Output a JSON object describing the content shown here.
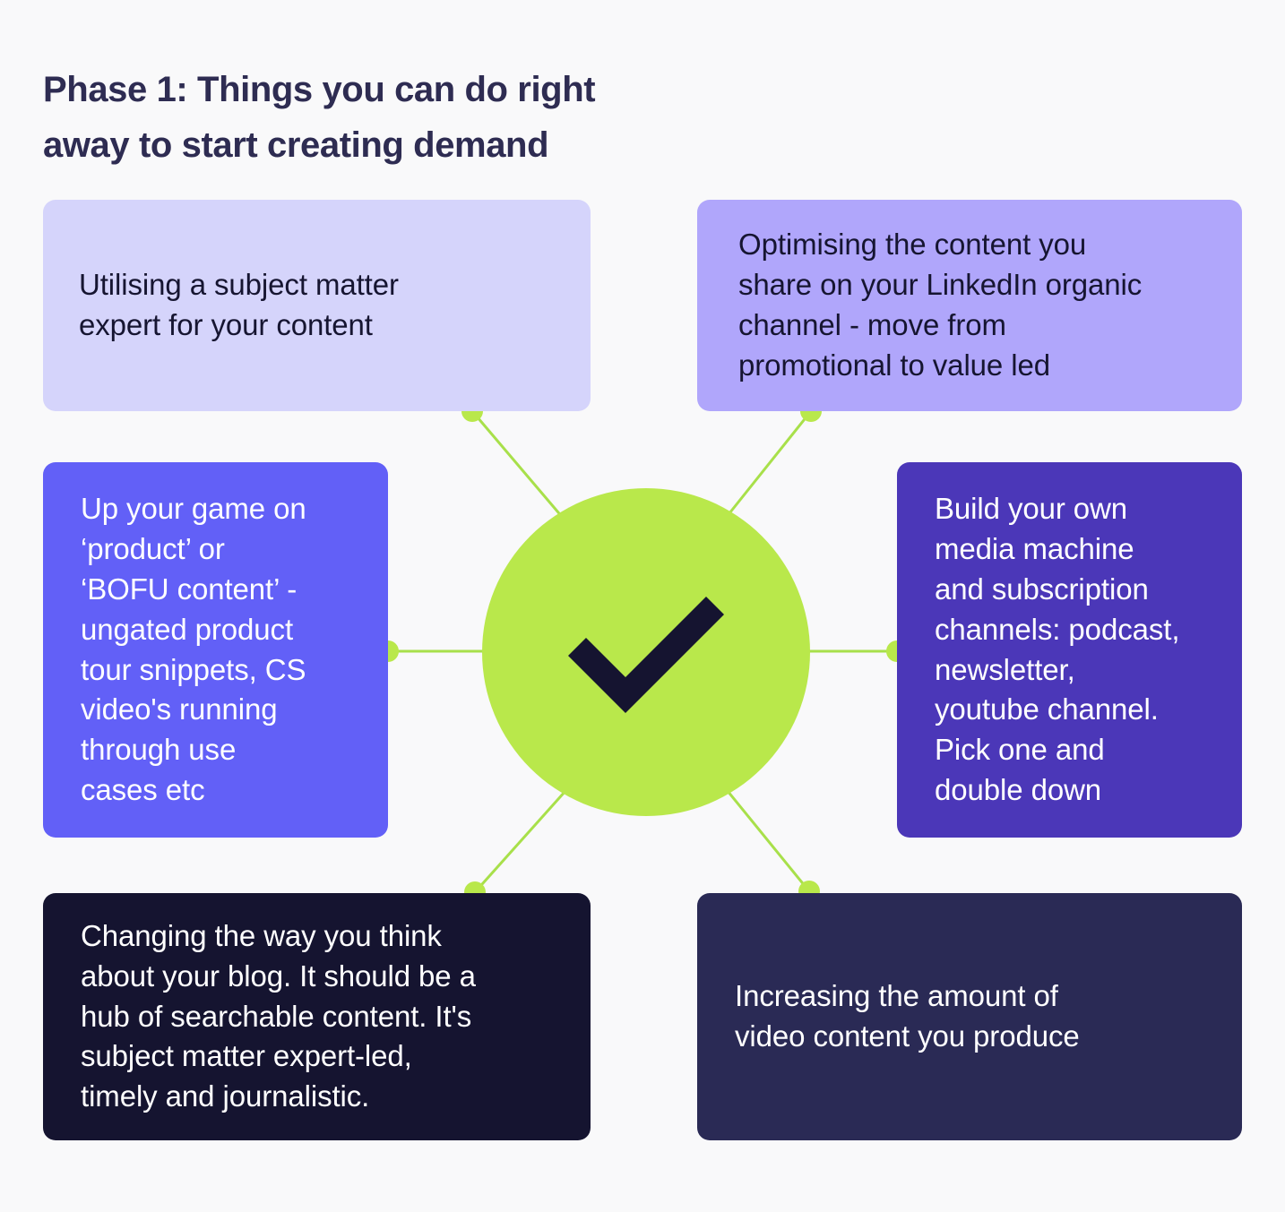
{
  "page": {
    "background_color": "#f9f9fa",
    "title": "Phase 1: Things you can do right\naway to start creating demand"
  },
  "hub": {
    "icon": "checkmark-icon",
    "circle_color": "#b9e84b",
    "check_color": "#151430",
    "label": "Checkmark"
  },
  "connector": {
    "line_color": "#a8e04a",
    "dot_color": "#b9e84b"
  },
  "boxes": [
    {
      "id": "sme",
      "name": "subject-matter-expert",
      "text": "Utilising a subject matter\nexpert for your content",
      "background": "#d5d4fb",
      "text_color": "#161531",
      "position": "top-left"
    },
    {
      "id": "linkedin",
      "name": "linkedin-organic",
      "text": "Optimising the content you\nshare on your LinkedIn organic\nchannel - move from\npromotional to value led",
      "background": "#b0a6fb",
      "text_color": "#161531",
      "position": "top-right"
    },
    {
      "id": "bofu",
      "name": "bofu-content",
      "text": "Up your game on\n‘product’ or\n‘BOFU content’ -\nungated product\ntour snippets, CS\nvideo's running\nthrough use\ncases etc",
      "background": "#6260f7",
      "text_color": "#ffffff",
      "position": "middle-left"
    },
    {
      "id": "media",
      "name": "media-machine",
      "text": "Build your own\nmedia machine\nand subscription\nchannels: podcast,\nnewsletter,\nyoutube channel.\nPick one and\ndouble down",
      "background": "#4b37b8",
      "text_color": "#ffffff",
      "position": "middle-right"
    },
    {
      "id": "blog",
      "name": "blog-hub",
      "text": "Changing the way you think\nabout your blog. It should be a\nhub of searchable content. It's\nsubject matter expert-led,\ntimely and journalistic.",
      "background": "#151430",
      "text_color": "#ffffff",
      "position": "bottom-left"
    },
    {
      "id": "video",
      "name": "video-content",
      "text": "Increasing the amount of\nvideo content you produce",
      "background": "#2a2a55",
      "text_color": "#ffffff",
      "position": "bottom-right"
    }
  ]
}
